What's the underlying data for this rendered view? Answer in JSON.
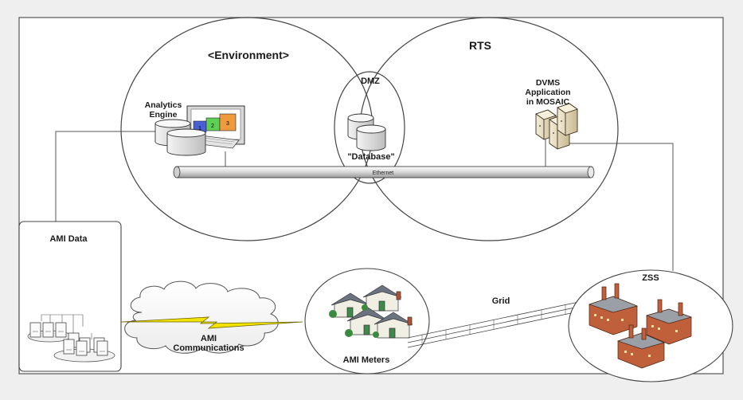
{
  "diagram": {
    "environment_title": "<Environment>",
    "rts_title": "RTS",
    "dmz_label": "DMZ",
    "analytics_label": [
      "Analytics",
      "Engine"
    ],
    "database_label": "\"Database\"",
    "dvms_label": [
      "DVMS",
      "Application",
      "in MOSAIC"
    ],
    "ethernet_label": "Ethernet",
    "ami_data_label": "AMI Data",
    "ami_comms_label": [
      "AMI",
      "Communications"
    ],
    "ami_meters_label": "AMI Meters",
    "grid_label": "Grid",
    "zss_label": "ZSS",
    "block_numbers": [
      "1",
      "2",
      "3"
    ]
  },
  "colors": {
    "background": "#efefef",
    "canvas": "#ffffff",
    "lightning": "#f2e400",
    "block_blue": "#4a5fd4",
    "block_green": "#5ecf54",
    "block_orange": "#ef9a3c",
    "brick": "#c0603a"
  }
}
